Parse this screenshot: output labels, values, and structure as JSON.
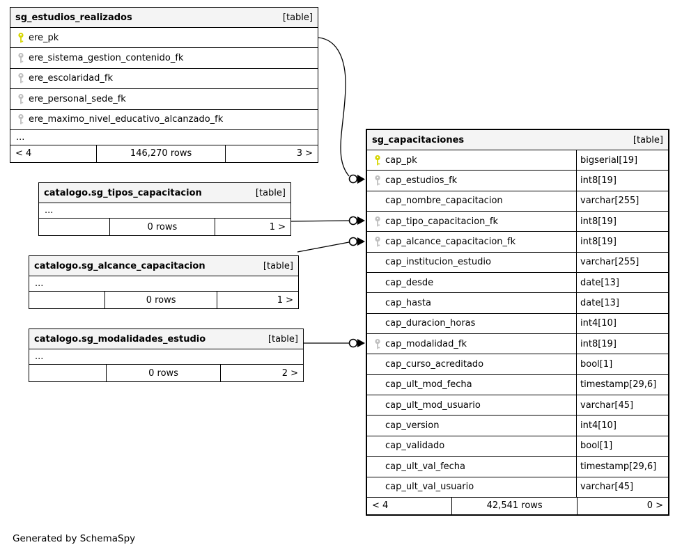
{
  "diagram": {
    "generated_by": "Generated by SchemaSpy"
  },
  "colors": {
    "pk_key": "#d6d600",
    "fk_key": "#bfbfbf",
    "header_bg": "#f4f4f4",
    "border": "#000000"
  },
  "tables": [
    {
      "title": "sg_estudios_realizados",
      "badge": "[table]",
      "ellipsis": "...",
      "columns": [
        {
          "name": "ere_pk",
          "key": "pk"
        },
        {
          "name": "ere_sistema_gestion_contenido_fk",
          "key": "fk"
        },
        {
          "name": "ere_escolaridad_fk",
          "key": "fk"
        },
        {
          "name": "ere_personal_sede_fk",
          "key": "fk"
        },
        {
          "name": "ere_maximo_nivel_educativo_alcanzado_fk",
          "key": "fk"
        }
      ],
      "footer": {
        "left": "< 4",
        "center": "146,270 rows",
        "right": "3 >"
      }
    },
    {
      "title": "catalogo.sg_tipos_capacitacion",
      "badge": "[table]",
      "ellipsis": "...",
      "footer": {
        "left": "",
        "center": "0 rows",
        "right": "1 >"
      }
    },
    {
      "title": "catalogo.sg_alcance_capacitacion",
      "badge": "[table]",
      "ellipsis": "...",
      "footer": {
        "left": "",
        "center": "0 rows",
        "right": "1 >"
      }
    },
    {
      "title": "catalogo.sg_modalidades_estudio",
      "badge": "[table]",
      "ellipsis": "...",
      "footer": {
        "left": "",
        "center": "0 rows",
        "right": "2 >"
      }
    },
    {
      "title": "sg_capacitaciones",
      "badge": "[table]",
      "columns": [
        {
          "name": "cap_pk",
          "type": "bigserial[19]",
          "key": "pk"
        },
        {
          "name": "cap_estudios_fk",
          "type": "int8[19]",
          "key": "fk"
        },
        {
          "name": "cap_nombre_capacitacion",
          "type": "varchar[255]",
          "key": ""
        },
        {
          "name": "cap_tipo_capacitacion_fk",
          "type": "int8[19]",
          "key": "fk"
        },
        {
          "name": "cap_alcance_capacitacion_fk",
          "type": "int8[19]",
          "key": "fk"
        },
        {
          "name": "cap_institucion_estudio",
          "type": "varchar[255]",
          "key": ""
        },
        {
          "name": "cap_desde",
          "type": "date[13]",
          "key": ""
        },
        {
          "name": "cap_hasta",
          "type": "date[13]",
          "key": ""
        },
        {
          "name": "cap_duracion_horas",
          "type": "int4[10]",
          "key": ""
        },
        {
          "name": "cap_modalidad_fk",
          "type": "int8[19]",
          "key": "fk"
        },
        {
          "name": "cap_curso_acreditado",
          "type": "bool[1]",
          "key": ""
        },
        {
          "name": "cap_ult_mod_fecha",
          "type": "timestamp[29,6]",
          "key": ""
        },
        {
          "name": "cap_ult_mod_usuario",
          "type": "varchar[45]",
          "key": ""
        },
        {
          "name": "cap_version",
          "type": "int4[10]",
          "key": ""
        },
        {
          "name": "cap_validado",
          "type": "bool[1]",
          "key": ""
        },
        {
          "name": "cap_ult_val_fecha",
          "type": "timestamp[29,6]",
          "key": ""
        },
        {
          "name": "cap_ult_val_usuario",
          "type": "varchar[45]",
          "key": ""
        }
      ],
      "footer": {
        "left": "< 4",
        "center": "42,541 rows",
        "right": "0 >"
      }
    }
  ]
}
